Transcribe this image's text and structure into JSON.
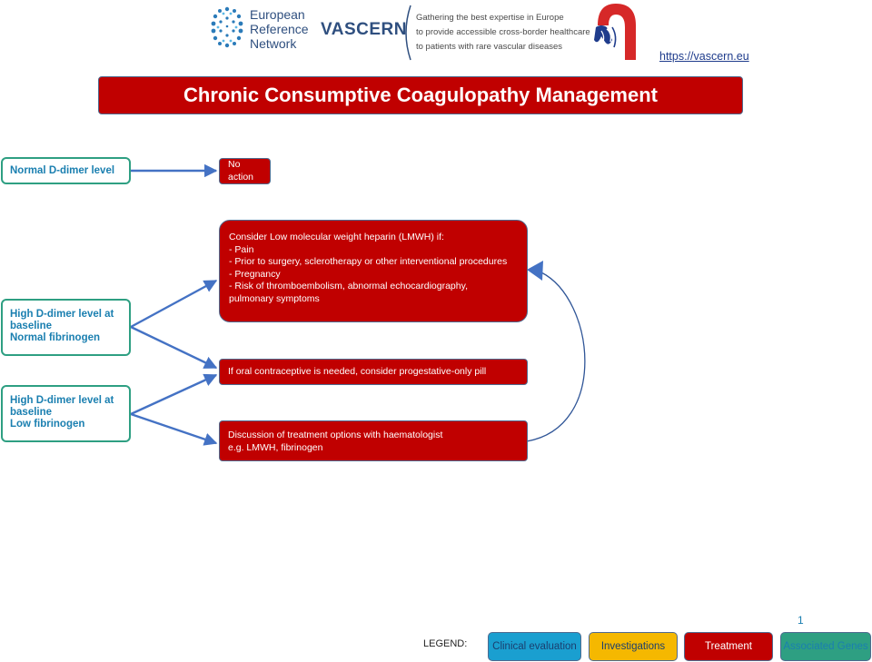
{
  "header": {
    "ern_lines": [
      "European",
      "Reference",
      "Network"
    ],
    "network_name": "VASCERN",
    "tagline_lines": [
      "Gathering the best expertise in Europe",
      "to provide accessible cross-border healthcare",
      "to patients with rare vascular diseases"
    ],
    "url": "https://vascern.eu"
  },
  "title": "Chronic Consumptive Coagulopathy Management",
  "nodes": {
    "normal_ddimer": {
      "lines": [
        "Normal D-dimer level"
      ]
    },
    "high_ddimer_normal_fib": {
      "lines": [
        "High D-dimer level at",
        "baseline",
        "Normal fibrinogen"
      ]
    },
    "high_ddimer_low_fib": {
      "lines": [
        "High D-dimer level at",
        "baseline",
        "Low fibrinogen"
      ]
    },
    "no_action": {
      "lines": [
        "No action"
      ]
    },
    "lmwh": {
      "lines": [
        "Consider Low molecular weight heparin (LMWH) if:",
        "- Pain",
        "- Prior to surgery, sclerotherapy or other interventional procedures",
        "- Pregnancy",
        "- Risk of thromboembolism, abnormal echocardiography,",
        "pulmonary symptoms"
      ]
    },
    "oral_contraceptive": {
      "lines": [
        "If oral contraceptive is needed, consider progestative-only pill"
      ]
    },
    "discussion": {
      "lines": [
        "Discussion of treatment options with haematologist",
        "e.g. LMWH, fibrinogen"
      ]
    }
  },
  "legend": {
    "label": "LEGEND:",
    "items": [
      {
        "label": "Clinical evaluation",
        "color": "#1a9fd0",
        "text_color": "#1a3f6f"
      },
      {
        "label": "Investigations",
        "color": "#f5b800",
        "text_color": "#1a3f6f"
      },
      {
        "label": "Treatment",
        "color": "#c00000",
        "text_color": "#ffffff"
      },
      {
        "label": "Associated Genes",
        "color": "#2e9f82",
        "text_color": "#1a7fb0"
      }
    ]
  },
  "page_number": "1",
  "colors": {
    "treatment": "#c00000",
    "clinical_border": "#2e9f82",
    "arrow": "#4472c4",
    "title_text": "#ffffff"
  }
}
